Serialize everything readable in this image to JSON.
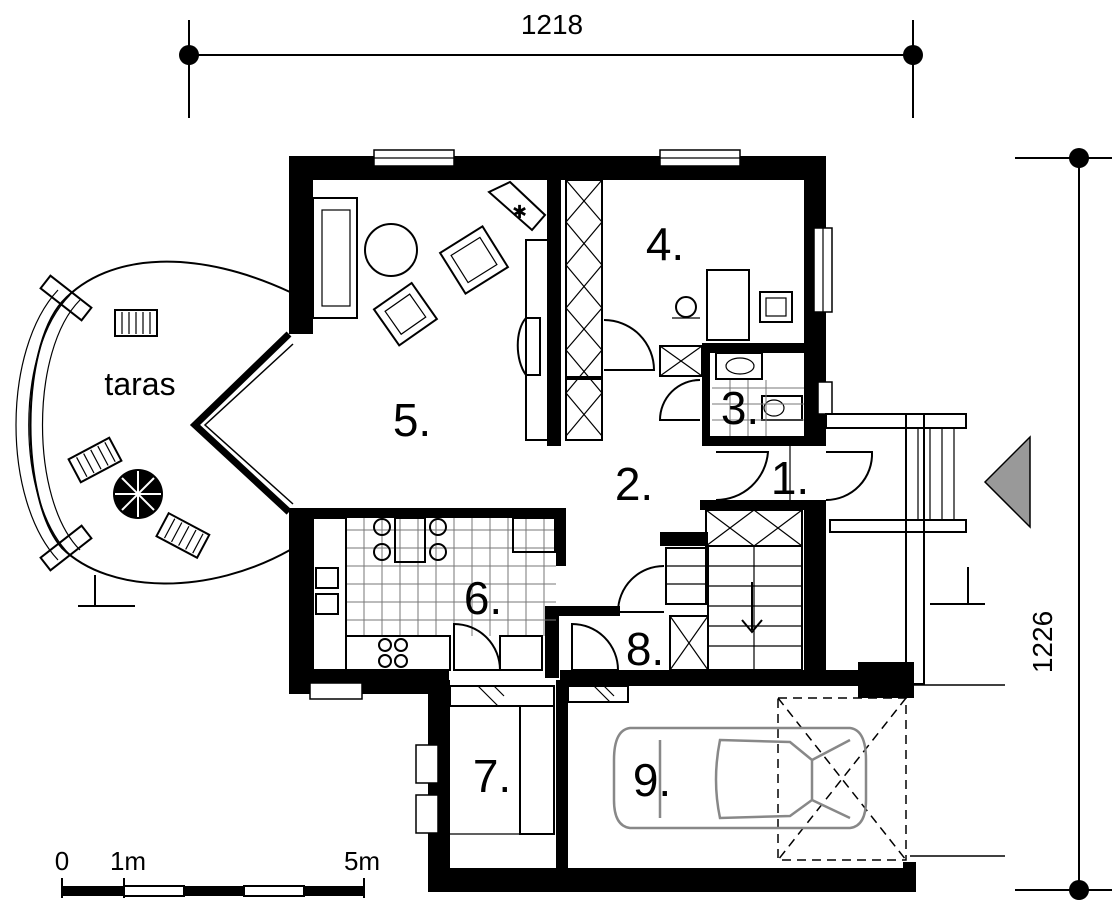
{
  "dimensions": {
    "width": "1218",
    "height": "1226"
  },
  "labels": {
    "terrace": "taras"
  },
  "rooms": [
    {
      "id": "room-1",
      "label": "1."
    },
    {
      "id": "room-2",
      "label": "2."
    },
    {
      "id": "room-3",
      "label": "3."
    },
    {
      "id": "room-4",
      "label": "4."
    },
    {
      "id": "room-5",
      "label": "5."
    },
    {
      "id": "room-6",
      "label": "6."
    },
    {
      "id": "room-7",
      "label": "7."
    },
    {
      "id": "room-8",
      "label": "8."
    },
    {
      "id": "room-9",
      "label": "9."
    }
  ],
  "scale_bar": {
    "zero": "0",
    "one": "1m",
    "five": "5m"
  },
  "colors": {
    "wall": "#000000",
    "background": "#ffffff",
    "entrance_marker": "#999999",
    "car_outline": "#888888"
  }
}
